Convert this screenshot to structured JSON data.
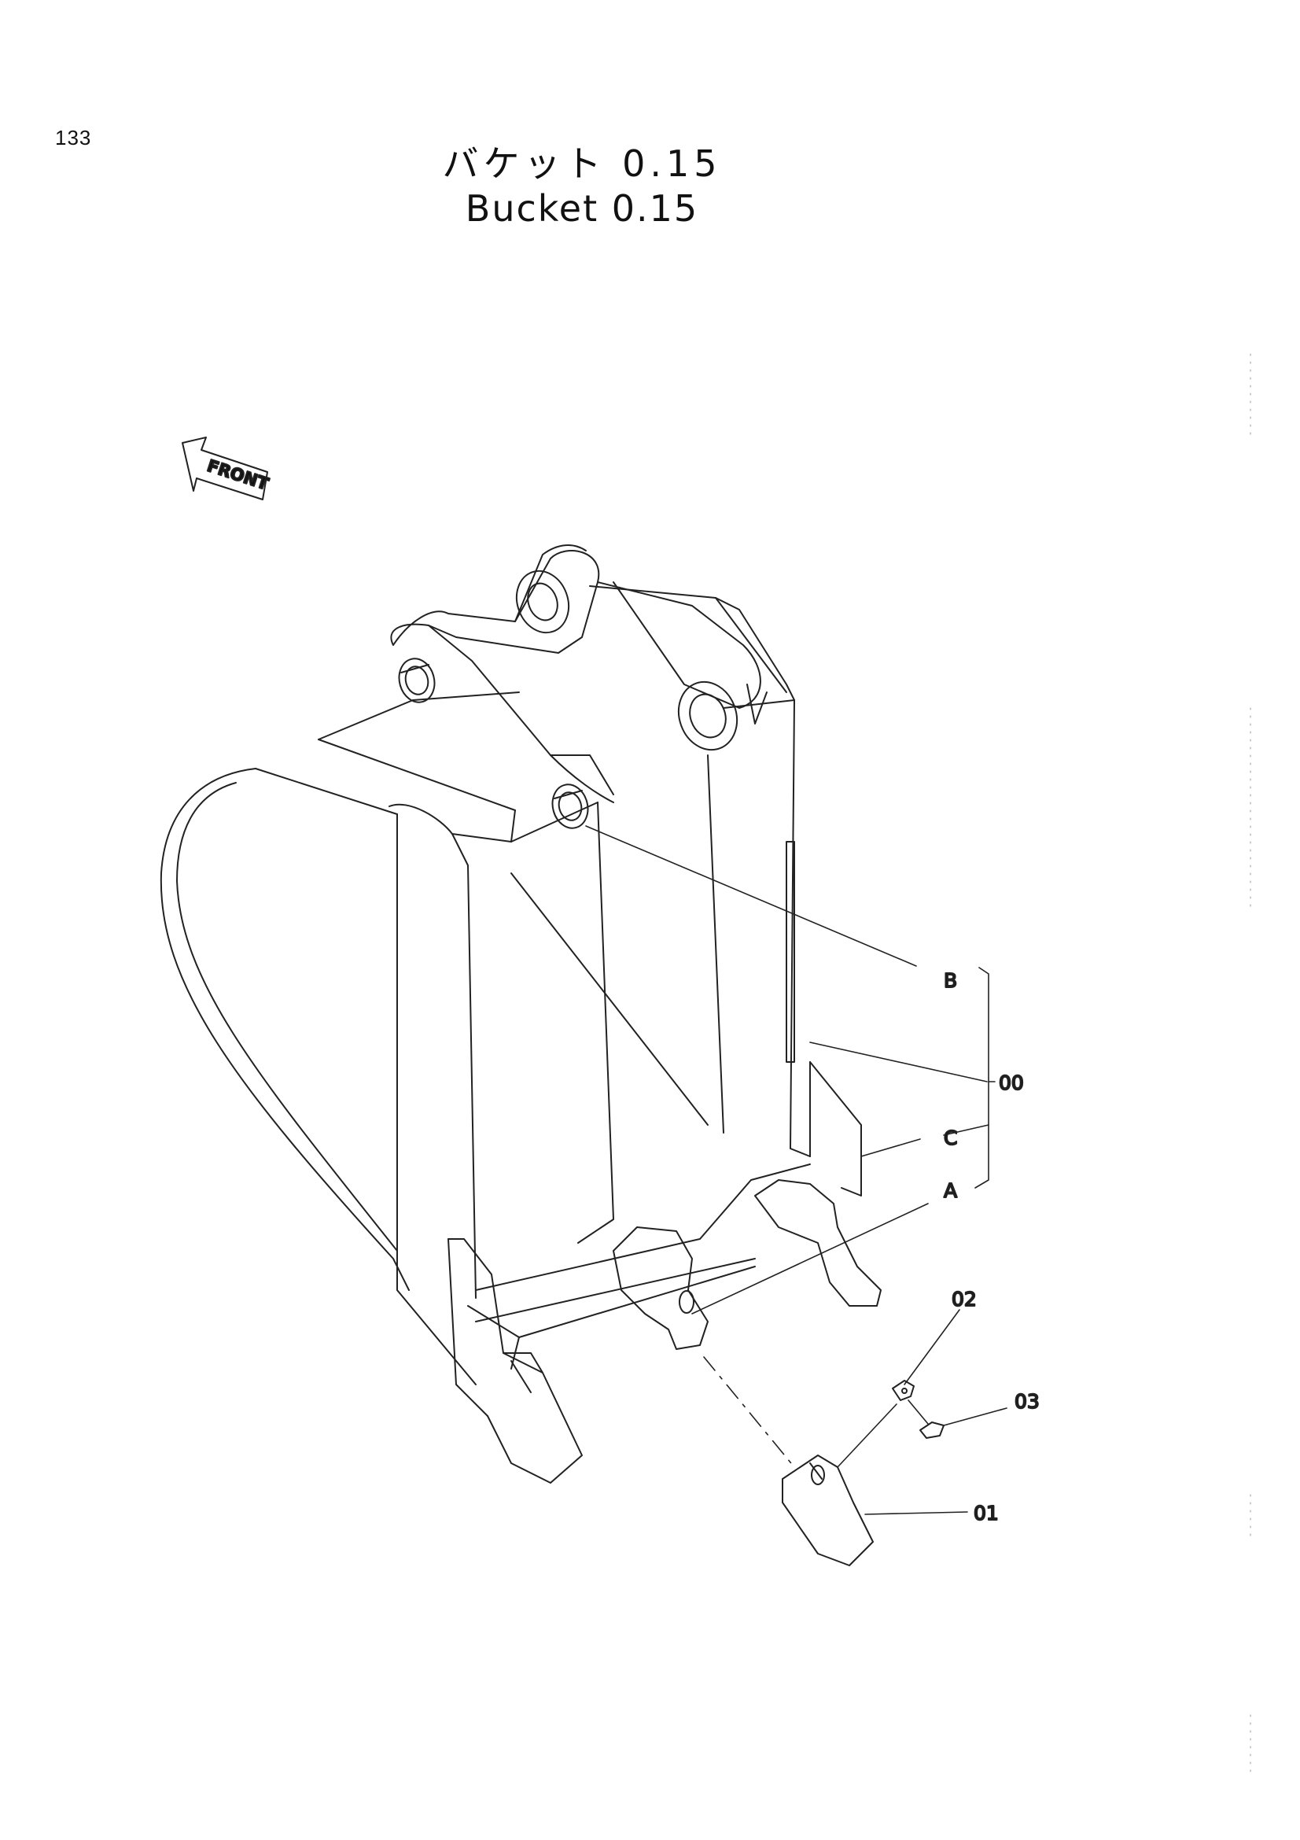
{
  "page_number": "133",
  "title_jp": "バケット 0.15",
  "title_en": "Bucket 0.15",
  "front_label": "FRONT",
  "callouts": {
    "B": "B",
    "C": "C",
    "A": "A",
    "assembly": "00",
    "tooth": "01",
    "pin": "02",
    "lock": "03"
  }
}
